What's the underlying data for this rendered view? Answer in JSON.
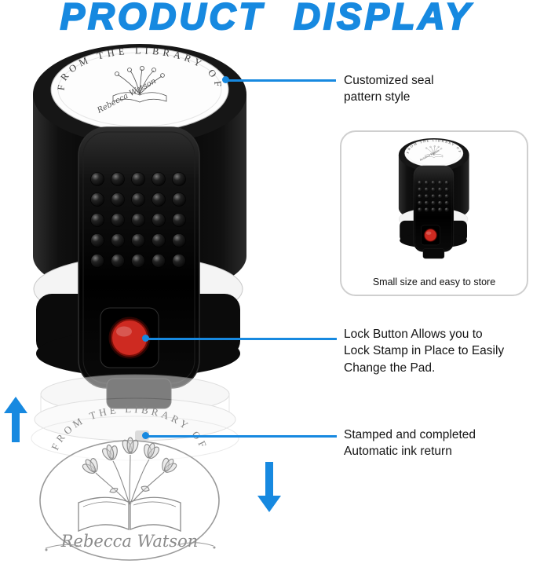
{
  "title": "PRODUCT DISPLAY",
  "colors": {
    "accent_blue": "#1789E0",
    "button_red": "#CE2A21",
    "stamp_black": "#0B0B0B",
    "seal_gray": "#8A8A8A"
  },
  "stamp": {
    "ring_text": "FROM THE LIBRARY OF",
    "owner_name": "Rebecca Watson"
  },
  "seal_impression": {
    "arc_text": "FROM THE LIBRARY OF",
    "owner_name": "Rebecca Watson"
  },
  "callouts": {
    "seal_pattern": {
      "lines": [
        "Customized seal",
        "pattern style"
      ]
    },
    "lock_button": {
      "lines": [
        "Lock Button Allows you to",
        "Lock Stamp in Place to Easily",
        "Change the Pad."
      ]
    },
    "stamped_return": {
      "lines": [
        "Stamped and completed",
        "Automatic ink return"
      ]
    }
  },
  "inset": {
    "caption": "Small size and easy to store"
  }
}
